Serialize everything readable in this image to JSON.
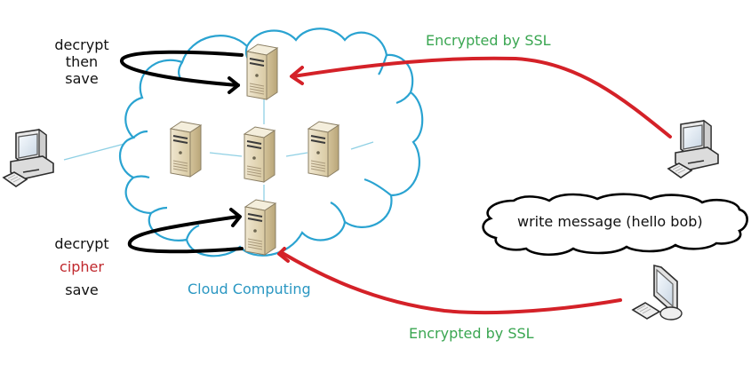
{
  "diagram": {
    "title": "SSL encrypted messaging via cloud computing",
    "cloud": {
      "label": "Cloud Computing",
      "color": "#2aa3d1",
      "servers": [
        {
          "id": "top",
          "role": "receiver-server"
        },
        {
          "id": "left",
          "role": "cluster-server"
        },
        {
          "id": "center",
          "role": "cluster-server"
        },
        {
          "id": "right",
          "role": "cluster-server"
        },
        {
          "id": "bottom",
          "role": "receiver-server"
        }
      ]
    },
    "notes": {
      "top": {
        "lines": [
          "decrypt",
          "then",
          "save"
        ]
      },
      "bottom": {
        "lines": [
          "decrypt",
          "cipher",
          "save"
        ],
        "highlight_index": 1,
        "highlight_color": "#c0282d"
      }
    },
    "connections": {
      "top_label": "Encrypted by SSL",
      "bottom_label": "Encrypted by SSL",
      "label_color": "#3aa651",
      "arrow_color": "#d42128",
      "loop_color": "#000000"
    },
    "message_bubble": {
      "text": "write message (hello bob)"
    },
    "clients": [
      {
        "id": "left-client",
        "type": "desktop-computer"
      },
      {
        "id": "top-right-client",
        "type": "desktop-computer"
      },
      {
        "id": "bottom-right-client",
        "type": "flat-panel-computer"
      }
    ]
  }
}
